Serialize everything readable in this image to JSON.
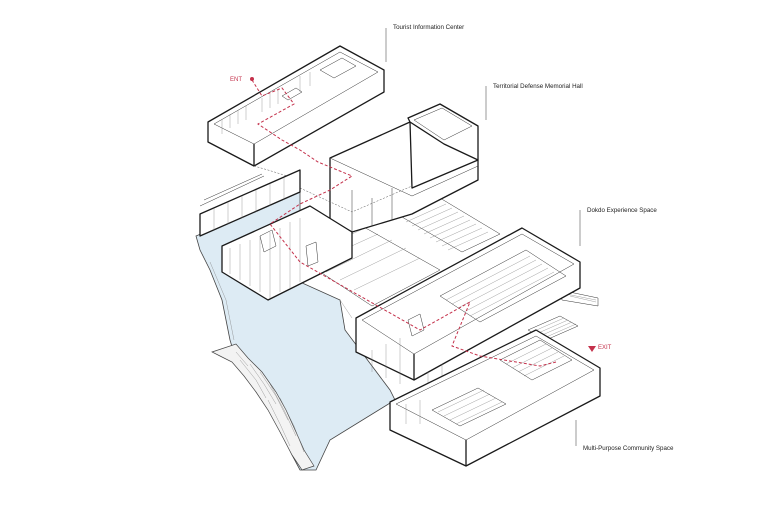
{
  "labels": {
    "tourist_center": "Tourist Information Center",
    "memorial_hall": "Territorial Defense Memorial Hall",
    "experience_space": "Dokdo Experience Space",
    "community_space": "Multi-Purpose Community Space"
  },
  "markers": {
    "entrance": "ENT",
    "exit": "EXIT"
  },
  "colors": {
    "route": "#c4314b",
    "cliff_fill": "#ddebf4",
    "line": "#1a1a1a"
  }
}
